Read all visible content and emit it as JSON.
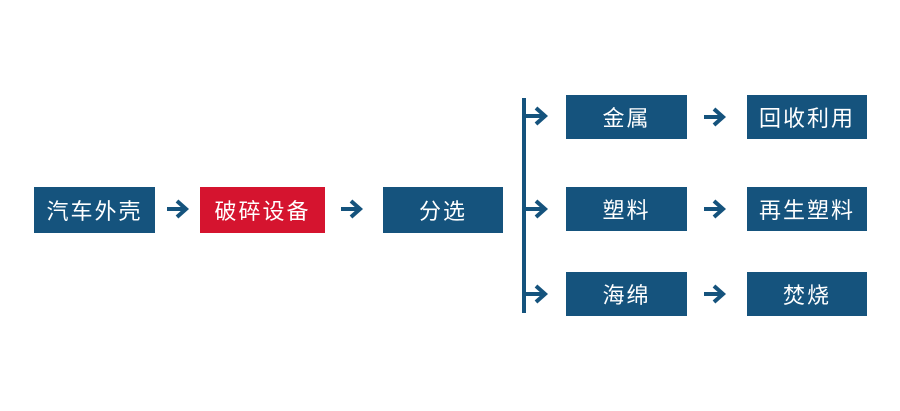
{
  "palette": {
    "node_blue": "#15537D",
    "node_red": "#D5142F",
    "arrow_blue": "#15537D",
    "node_text": "#FFFFFF",
    "background": "#FFFFFF"
  },
  "flowchart": {
    "main_nodes": [
      {
        "label": "汽车外壳",
        "variant": "blue"
      },
      {
        "label": "破碎设备",
        "variant": "red"
      },
      {
        "label": "分选",
        "variant": "blue"
      }
    ],
    "branches": [
      {
        "source": "金属",
        "result": "回收利用"
      },
      {
        "source": "塑料",
        "result": "再生塑料"
      },
      {
        "source": "海绵",
        "result": "焚烧"
      }
    ]
  }
}
